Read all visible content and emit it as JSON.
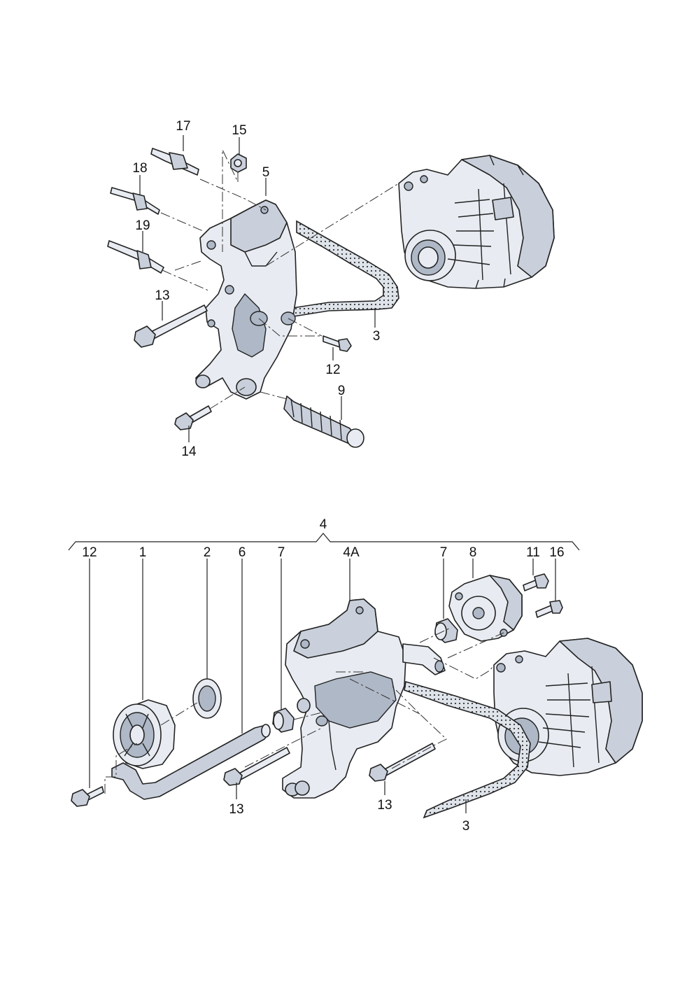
{
  "callouts_top": {
    "c17": "17",
    "c15": "15",
    "c18": "18",
    "c5": "5",
    "c19": "19",
    "c13": "13",
    "c3": "3",
    "c12": "12",
    "c9": "9",
    "c14": "14"
  },
  "callouts_bottom": {
    "c4": "4",
    "c12": "12",
    "c1": "1",
    "c2": "2",
    "c6": "6",
    "c7a": "7",
    "c4a": "4A",
    "c7b": "7",
    "c8": "8",
    "c11": "11",
    "c16": "16",
    "c13a": "13",
    "c13b": "13",
    "c3": "3"
  },
  "colors": {
    "line": "#222222",
    "part_fill": "#e8ecf2",
    "part_shadow": "#aeb8c6"
  }
}
